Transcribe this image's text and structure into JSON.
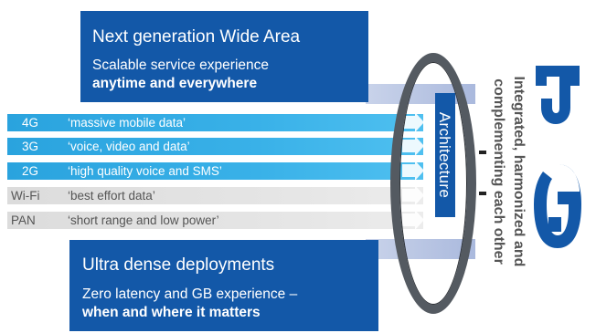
{
  "top_panel": {
    "title": "Next generation Wide Area",
    "line1": "Scalable service experience",
    "line2": "anytime and everywhere"
  },
  "bottom_panel": {
    "title": "Ultra dense deployments",
    "line1": "Zero latency and GB experience –",
    "line2": "when and where it matters"
  },
  "bands": [
    {
      "gen": "4G",
      "desc": "‘massive mobile data’",
      "style": "blue"
    },
    {
      "gen": "3G",
      "desc": "‘voice, video and data’",
      "style": "blue"
    },
    {
      "gen": "2G",
      "desc": "‘high quality voice and SMS’",
      "style": "blue"
    },
    {
      "gen": "Wi-Fi",
      "desc": "‘best effort data’",
      "style": "grey"
    },
    {
      "gen": "PAN",
      "desc": "‘short range and low power’",
      "style": "grey"
    }
  ],
  "ring_label": "Architecture",
  "side_text": {
    "line1": "Integrated, harmonized and",
    "line2": "complementing each other"
  },
  "logo": {
    "text": "5G",
    "color": "#1358a8"
  },
  "colors": {
    "panel_blue": "#1358a8",
    "band_blue": "#39b1e8",
    "band_grey": "#e3e3e3",
    "ring": "#545a61"
  }
}
